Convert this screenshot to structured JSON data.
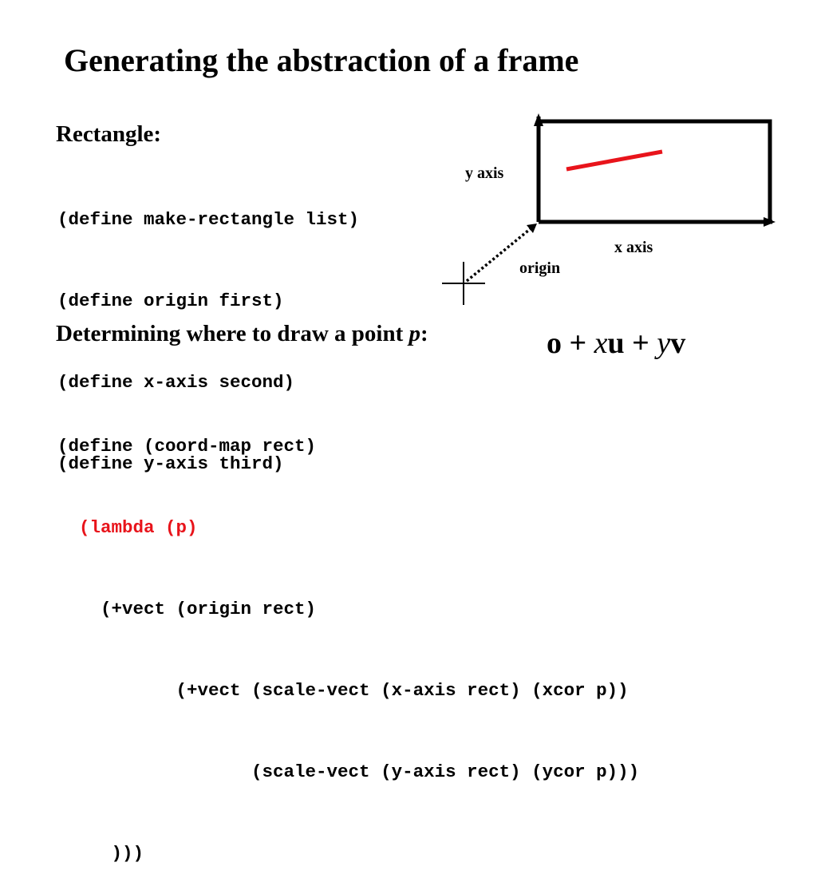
{
  "title": "Generating the abstraction of a frame",
  "rectangle": {
    "heading": "Rectangle:",
    "code_lines": [
      "(define make-rectangle list)",
      "(define origin first)",
      "(define x-axis second)",
      "(define y-axis third)"
    ]
  },
  "diagram": {
    "y_axis_label": "y axis",
    "x_axis_label": "x axis",
    "origin_label": "origin",
    "segment_color": "#e8141b"
  },
  "point": {
    "heading_prefix": "Determining where to draw a point ",
    "heading_var": "p",
    "heading_suffix": ":"
  },
  "formula": {
    "o": "o + ",
    "x": "x",
    "u": "u + ",
    "y": "y",
    "v": "v"
  },
  "coord_map": {
    "line1": "(define (coord-map rect)",
    "line2": "  (lambda (p)",
    "line3": "    (+vect (origin rect)",
    "line4": "           (+vect (scale-vect (x-axis rect) (xcor p))",
    "line5": "                  (scale-vect (y-axis rect) (ycor p)))",
    "line6": "     )))"
  }
}
